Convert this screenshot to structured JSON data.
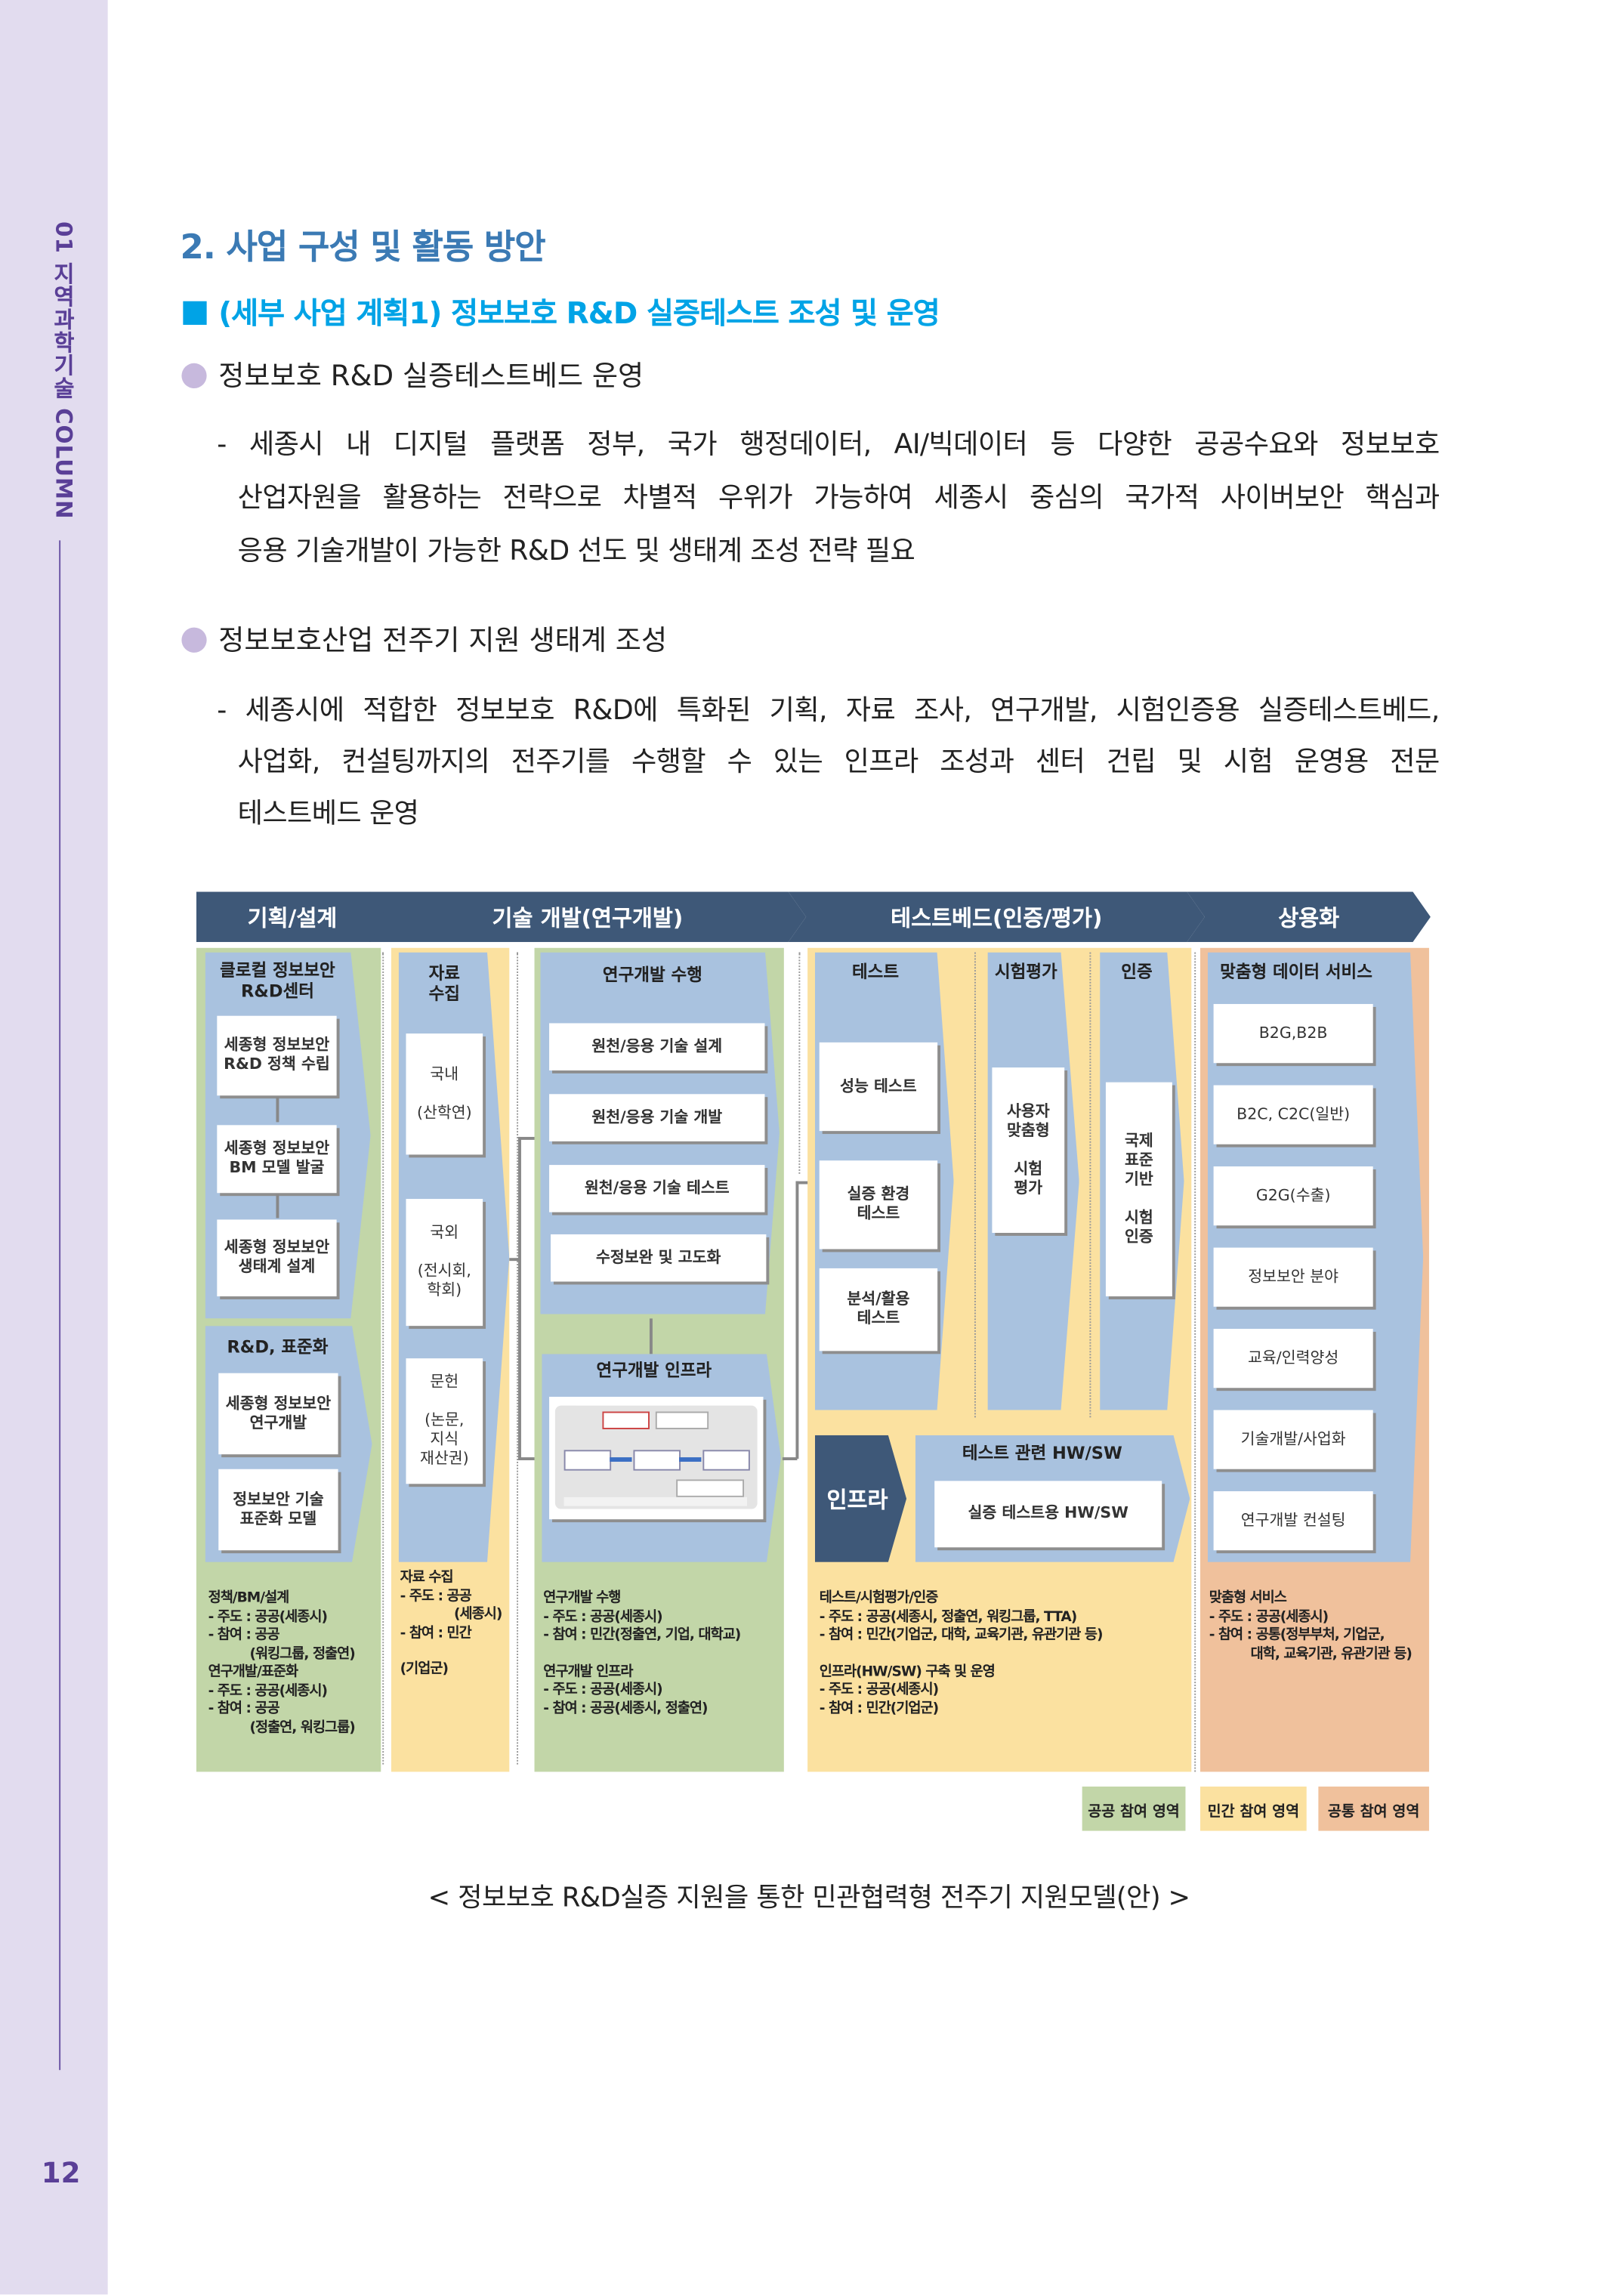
{
  "sidebar": {
    "label": "01 지역과학기술 COLUMN",
    "page_number": "12"
  },
  "section_title": "2. 사업 구성 및 활동 방안",
  "subsection_title": "(세부 사업 계획1) 정보보호 R&D 실증테스트 조성 및 운영",
  "bullets": [
    {
      "title": "정보보호 R&D 실증테스트베드 운영",
      "lines": [
        "- 세종시 내 디지털 플랫폼 정부, 국가 행정데이터, AI/빅데이터 등 다양한 공공수요와 정보보호",
        "산업자원을 활용하는 전략으로 차별적 우위가 가능하여 세종시 중심의 국가적 사이버보안 핵심과",
        "응용 기술개발이 가능한 R&D 선도 및 생태계 조성 전략 필요"
      ]
    },
    {
      "title": "정보보호산업 전주기 지원 생태계 조성",
      "lines": [
        "- 세종시에 적합한 정보보호 R&D에 특화된 기획, 자료 조사, 연구개발, 시험인증용 실증테스트베드,",
        "사업화, 컨설팅까지의 전주기를 수행할 수 있는 인프라 조성과 센터 건립 및 시험 운영용 전문",
        "테스트베드 운영"
      ]
    }
  ],
  "diagram": {
    "phases": [
      "기획/설계",
      "기술 개발(연구개발)",
      "테스트베드(인증/평가)",
      "상용화"
    ],
    "planning": {
      "group1_title": "클로컬 정보보안\nR&D센터",
      "group1_items": [
        "세종형 정보보안\nR&D 정책 수립",
        "세종형 정보보안\nBM 모델 발굴",
        "세종형 정보보안\n생태계 설계"
      ],
      "group2_title": "R&D, 표준화",
      "group2_items": [
        "세종형 정보보안\n연구개발",
        "정보보안 기술\n표준화 모델"
      ],
      "notes": [
        "정책/BM/설계",
        "- 주도 : 공공(세종시)",
        "- 참여 : 공공",
        "          (워킹그룹, 정출연)",
        "연구개발/표준화",
        "- 주도 : 공공(세종시)",
        "- 참여 : 공공",
        "          (정출연, 워킹그룹)"
      ]
    },
    "data_collection": {
      "title": "자료\n수집",
      "items": [
        "국내\n\n(산학연)",
        "국외\n\n(전시회,\n학회)",
        "문헌\n\n(논문,\n지식\n재산권)"
      ],
      "notes": [
        "자료 수집",
        "- 주도 : 공공",
        "             (세종시)",
        "- 참여 : 민간",
        "",
        "(기업군)"
      ]
    },
    "rnd": {
      "title": "연구개발 수행",
      "items": [
        "원천/응용 기술 설계",
        "원천/응용 기술 개발",
        "원천/응용 기술 테스트",
        "수정보완 및 고도화"
      ],
      "infra_title": "연구개발 인프라",
      "notes": [
        "연구개발 수행",
        "- 주도 : 공공(세종시)",
        "- 참여 : 민간(정출연, 기업, 대학교)",
        "",
        "연구개발 인프라",
        "- 주도 : 공공(세종시)",
        "- 참여 : 공공(세종시, 정출연)"
      ]
    },
    "testbed": {
      "test_title": "테스트",
      "test_items": [
        "성능 테스트",
        "실증 환경\n테스트",
        "분석/활용\n테스트"
      ],
      "eval_title": "시험평가",
      "eval_item": "사용자\n맞춤형\n\n시험\n평가",
      "cert_title": "인증",
      "cert_item": "국제\n표준\n기반\n\n시험\n인증",
      "infra_label": "인프라",
      "hwsw_title": "테스트 관련 HW/SW",
      "hwsw_item": "실증 테스트용 HW/SW",
      "notes": [
        "테스트/시험평가/인증",
        "- 주도 : 공공(세종시, 정출연, 워킹그룹, TTA)",
        "- 참여 : 민간(기업군, 대학, 교육기관, 유관기관 등)",
        "",
        "인프라(HW/SW) 구축 및 운영",
        "- 주도 : 공공(세종시)",
        "- 참여 : 민간(기업군)"
      ]
    },
    "commercial": {
      "title": "맞춤형 데이터 서비스",
      "items": [
        "B2G,B2B",
        "B2C, C2C(일반)",
        "G2G(수출)",
        "정보보안 분야",
        "교육/인력양성",
        "기술개발/사업화",
        "연구개발 컨설팅"
      ],
      "notes": [
        "맞춤형 서비스",
        "- 주도 : 공공(세종시)",
        "- 참여 : 공통(정부부처, 기업군,",
        "          대학, 교육기관, 유관기관 등)"
      ]
    },
    "legend": [
      "공공 참여 영역",
      "민간 참여 영역",
      "공통 참여 영역"
    ],
    "colors": {
      "public": "#c2d6a8",
      "private": "#fbe1a0",
      "common": "#f0c19c",
      "stage": "#a9c2df",
      "header": "#3e5878"
    }
  },
  "caption": "< 정보보호 R&D실증 지원을 통한 민관협력형 전주기 지원모델(안) >"
}
